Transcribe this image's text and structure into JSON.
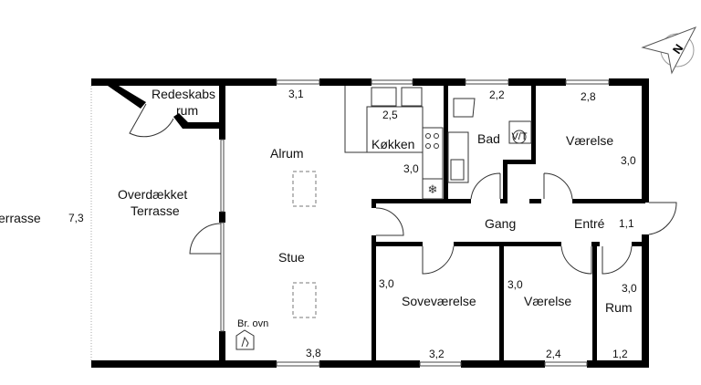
{
  "rooms": {
    "redeskabsrum_1": "Redeskabs",
    "redeskabsrum_2": "rum",
    "alrum": "Alrum",
    "stue": "Stue",
    "overdaekket_1": "Overdækket",
    "overdaekket_2": "Terrasse",
    "terrasse": "errasse",
    "koekken": "Køkken",
    "bad": "Bad",
    "vaerelse_1": "Værelse",
    "gang": "Gang",
    "entre": "Entré",
    "sovevaerelse": "Soveværelse",
    "vaerelse_2": "Værelse",
    "rum": "Rum",
    "braendeovn": "Br. ovn"
  },
  "dimensions": {
    "terrasse_width": "7,3",
    "alrum_top": "3,1",
    "koekken_top": "2,5",
    "koekken_side": "3,0",
    "bad_top": "2,2",
    "vaerelse_1_top": "2,8",
    "vaerelse_1_side": "3,0",
    "entre": "1,1",
    "stue_bottom": "3,8",
    "sove_side": "3,0",
    "sove_bottom": "3,2",
    "vaerelse_2_side": "3,0",
    "vaerelse_2_bottom": "2,4",
    "rum_side": "3,0",
    "rum_bottom": "1,2"
  },
  "compass": {
    "label": "N"
  },
  "fixtures": {
    "washer_label": "V/T"
  }
}
